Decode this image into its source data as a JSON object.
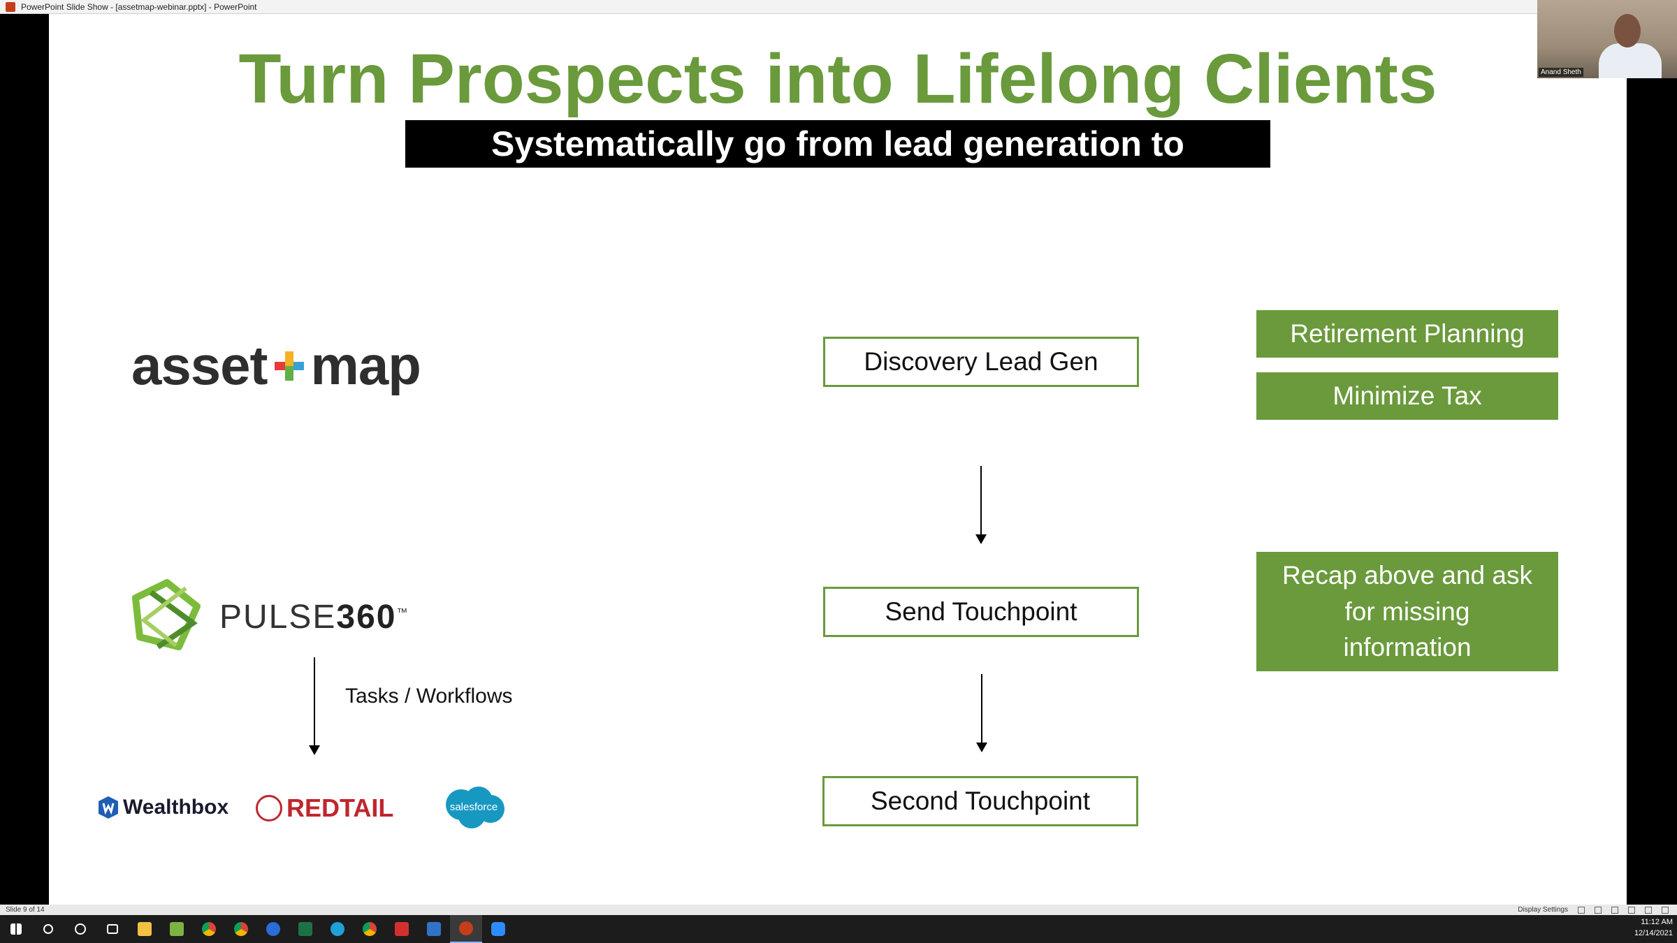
{
  "window": {
    "title": "PowerPoint Slide Show - [assetmap-webinar.pptx] - PowerPoint"
  },
  "slide": {
    "title": "Turn Prospects into Lifelong Clients",
    "subtitle": "Systematically go from lead generation to conversion",
    "flow": {
      "step1": "Discovery Lead Gen",
      "step2": "Send Touchpoint",
      "step3": "Second Touchpoint"
    },
    "topics": {
      "retirement": "Retirement Planning",
      "tax": "Minimize Tax",
      "recap": "Recap above and ask for missing information"
    },
    "logos": {
      "assetmap_left": "asset",
      "assetmap_right": "map",
      "pulse_text": "PULSE",
      "pulse_num": "360",
      "pulse_tm": "™",
      "wealthbox": "Wealthbox",
      "redtail": "REDTAIL",
      "salesforce": "salesforce"
    },
    "tasks_label": "Tasks / Workflows"
  },
  "webcam": {
    "participant_name": "Anand Sheth"
  },
  "statusbar": {
    "slide_indicator": "Slide 9 of 14",
    "display_settings": "Display Settings"
  },
  "taskbar": {
    "time": "11:12 AM",
    "date": "12/14/2021",
    "apps": [
      "start-icon",
      "search-icon",
      "cortana-icon",
      "task-view-icon",
      "file-explorer-icon",
      "notepad-icon",
      "chrome-icon",
      "chrome-icon",
      "firefox-icon",
      "excel-icon",
      "edge-icon",
      "chrome-icon",
      "acrobat-icon",
      "snagit-icon",
      "powerpoint-icon",
      "zoom-icon"
    ]
  },
  "colors": {
    "brand_green": "#6a9a3c",
    "black": "#000000"
  }
}
